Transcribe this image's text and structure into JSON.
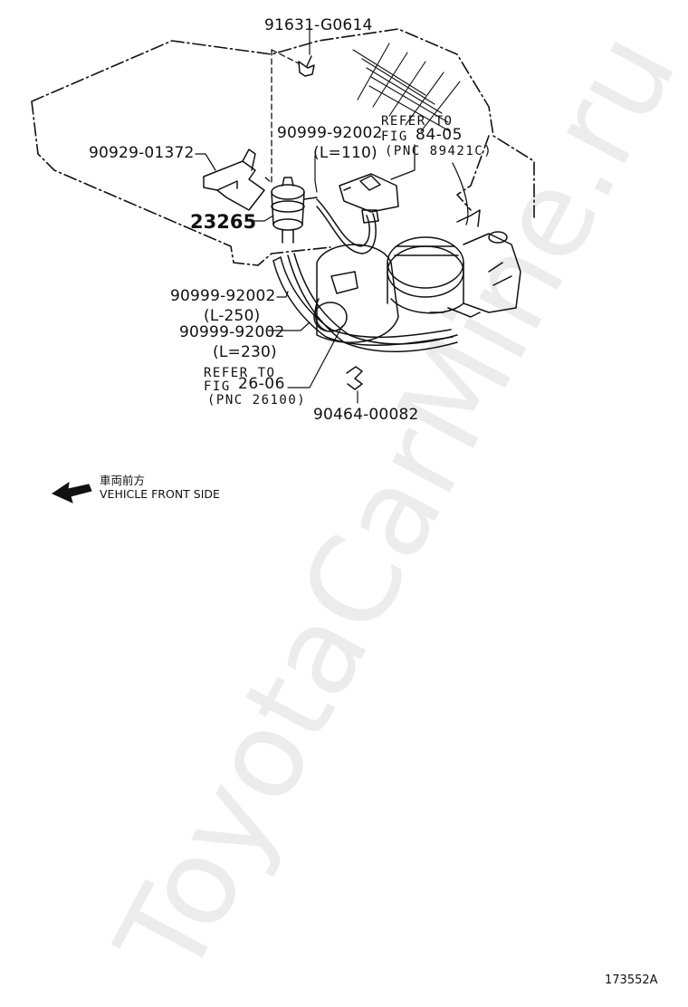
{
  "callouts": {
    "p_91631": "91631-G0614",
    "p_90929": "90929-01372",
    "p_23265": "23265",
    "p_90999_top": "90999-92002",
    "p_90999_top_len": "(L=110)",
    "p_90999_mid": "90999-92002",
    "p_90999_mid_len": "(L-250)",
    "p_90999_low": "90999-92002",
    "p_90999_low_len": "(L=230)",
    "p_90464": "90464-00082"
  },
  "references": {
    "ref_a_line1": "REFER TO",
    "ref_a_line2_prefix": "FIG",
    "ref_a_line2_num": "84-05",
    "ref_a_line3": "(PNC 89421C)",
    "ref_b_line1": "REFER TO",
    "ref_b_line2_prefix": "FIG",
    "ref_b_line2_num": "26-06",
    "ref_b_line3": "(PNC 26100)"
  },
  "orientation": {
    "jp_label": "車両前方",
    "en_label": "VEHICLE FRONT SIDE",
    "arrow_icon": "left-arrow-icon"
  },
  "watermark": "ToyotaCarMine.ru",
  "diagram_id": "173552A",
  "colors": {
    "ink": "#111111",
    "background": "#ffffff"
  }
}
